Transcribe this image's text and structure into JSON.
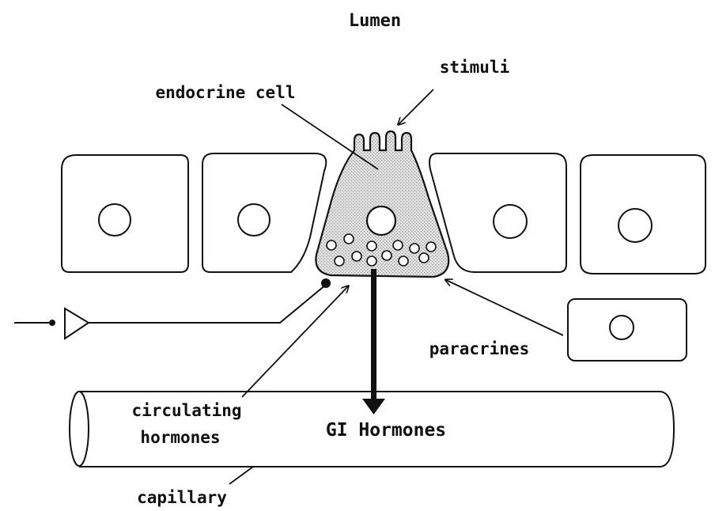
{
  "labels": {
    "lumen": "Lumen",
    "stimuli": "stimuli",
    "endocrine_cell": "endocrine cell",
    "paracrines": "paracrines",
    "circulating_line1": "circulating",
    "circulating_line2": "hormones",
    "gi_hormones": "GI Hormones",
    "capillary": "capillary"
  },
  "colors": {
    "line": "#111111",
    "endocrine_fill": "#c8c8c8",
    "background": "#ffffff"
  }
}
